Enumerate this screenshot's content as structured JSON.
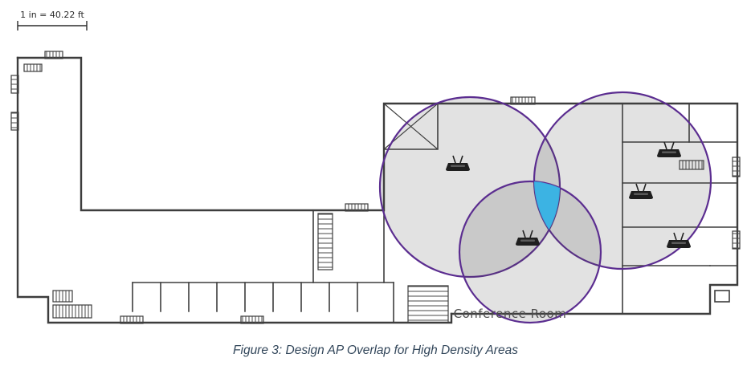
{
  "diagram": {
    "scale_label": "1 in = 40.22 ft",
    "room_label": "Conference Room",
    "caption": "Figure 3: Design AP Overlap for High Density Areas",
    "coverage_circle_count": 3,
    "access_point_count": 5,
    "access_points": [
      {
        "id": "ap-1",
        "location": "upper-left coverage circle"
      },
      {
        "id": "ap-2",
        "location": "lower-center coverage circle"
      },
      {
        "id": "ap-3",
        "location": "right wing upper room"
      },
      {
        "id": "ap-4",
        "location": "right wing middle room"
      },
      {
        "id": "ap-5",
        "location": "right wing lower room"
      }
    ],
    "colors": {
      "coverage_stroke": "#5B2D90",
      "overlap_highlight": "#36B3E6",
      "wall": "#3D3D3D",
      "caption_text": "#33475B",
      "room_label_text": "#4D4D4D"
    }
  }
}
